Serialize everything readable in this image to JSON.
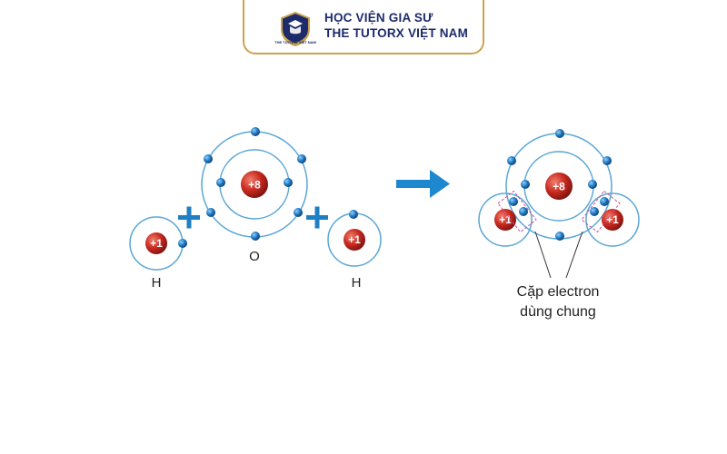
{
  "banner": {
    "line1": "HỌC VIỆN GIA SƯ",
    "line2": "THE TUTORX VIỆT NAM",
    "logo_caption": "THE TUTORX VIỆT NAM",
    "logo_icon": "shield-crest-icon"
  },
  "diagram": {
    "oxygen": {
      "nucleus": "+8",
      "label": "O"
    },
    "hydrogen_left": {
      "nucleus": "+1",
      "label": "H"
    },
    "hydrogen_right": {
      "nucleus": "+1",
      "label": "H"
    },
    "plus_sign": "+",
    "arrow_icon": "right-arrow-icon",
    "molecule": {
      "oxygen_nucleus": "+8",
      "hydrogen_left_nucleus": "+1",
      "hydrogen_right_nucleus": "+1"
    },
    "caption_line1": "Cặp electron",
    "caption_line2": "dùng chung"
  },
  "colors": {
    "nucleus": "#c8281e",
    "electron": "#1f78c0",
    "orbit": "#5aa6d6",
    "plus": "#1f7fc4",
    "arrow": "#1e88cf",
    "shared_pair_outline": "#d2509a",
    "banner_border": "#c9a44e",
    "banner_text": "#1d2b6b"
  }
}
